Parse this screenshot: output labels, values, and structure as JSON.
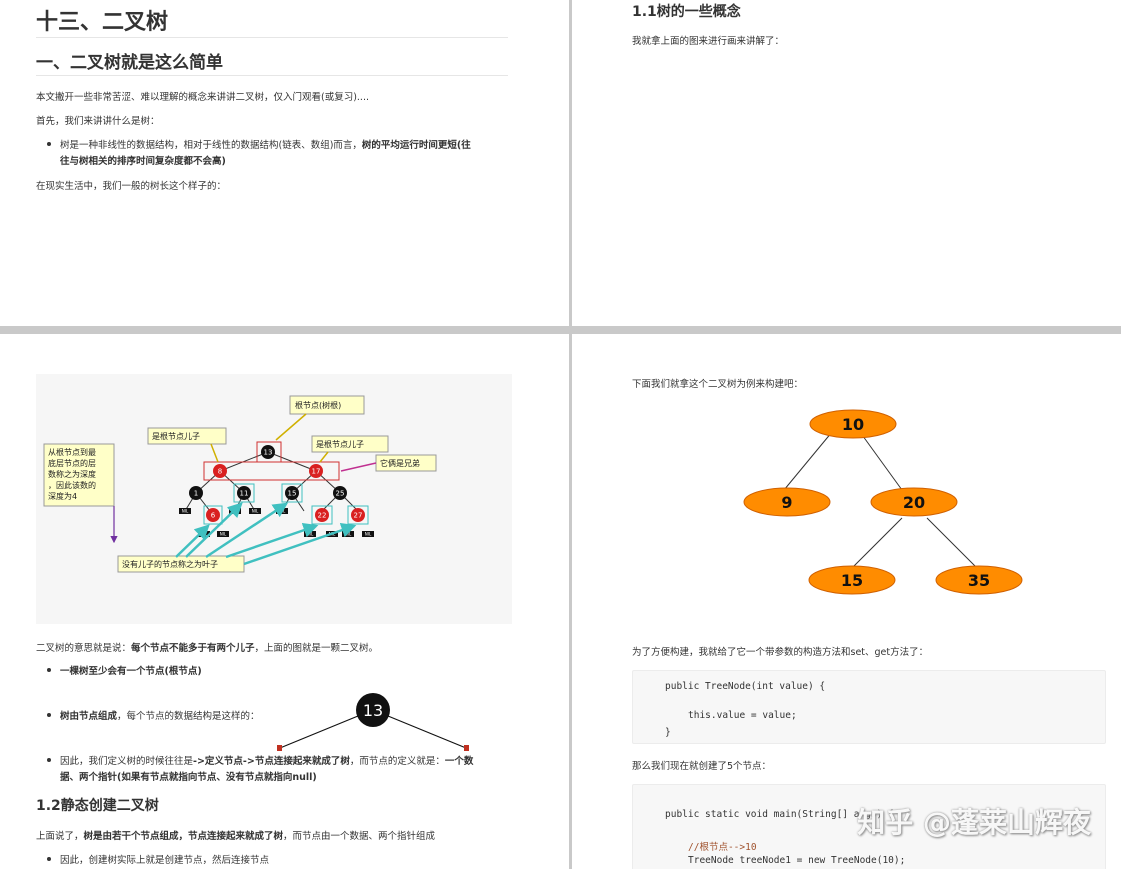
{
  "p1": {
    "title": "十三、二叉树",
    "heading": "一、二叉树就是这么简单",
    "intro": "本文撇开一些非常苦涩、难以理解的概念来讲讲二叉树，仅入门观看(或复习)....",
    "first": "首先，我们来讲讲什么是树：",
    "bullet_a": "树是一种非线性的数据结构，相对于线性的数据结构(链表、数组)而言，",
    "bullet_b": "树的平均运行时间更短(往",
    "bullet_c": "往与树相关的排序时间复杂度都不会高)",
    "real_life": "在现实生活中，我们一般的树长这个样子的："
  },
  "p2": {
    "heading": "1.1树的一些概念",
    "text": "我就拿上面的图来进行画来讲解了："
  },
  "p3": {
    "diagram": {
      "root_label": "根节点(树根)",
      "left_child_label": "是根节点儿子",
      "right_child_label": "是根节点儿子",
      "sibling_label": "它俩是兄弟",
      "depth_label": [
        "从根节点到最",
        "底层节点的层",
        "数称之为深度",
        "，因此该数的",
        "深度为4"
      ],
      "leaf_label": "没有儿子的节点称之为叶子",
      "nodes": [
        "13",
        "8",
        "17",
        "1",
        "11",
        "15",
        "25",
        "6",
        "22",
        "27"
      ],
      "nil": "NIL"
    },
    "binary_a": "二叉树的意思就是说：",
    "binary_b": "每个节点不能多于有两个儿子",
    "binary_c": "，上面的图就是一颗二叉树。",
    "b1": "一棵树至少会有一个节点(根节点)",
    "b2a": "树由节点组成",
    "b2b": "，每个节点的数据结构是这样的：",
    "node13": "13",
    "b3a": "因此，我们定义树的时候往往是",
    "b3b": "->定义节点->",
    "b3c": "节点连接起来就成了树",
    "b3d": "，而节点的定义就是：",
    "b3e": "一个数",
    "b3f": "据、两个指针(如果有节点就指向节点、没有节点就指向null)",
    "heading2": "1.2静态创建二叉树",
    "text2a": "上面说了，",
    "text2b": "树是由若干个节点组成，节点连接起来就成了树",
    "text2c": "，而节点由一个数据、两个指针组成",
    "b4": "因此，创建树实际上就是创建节点，然后连接节点"
  },
  "p4": {
    "intro": "下面我们就拿这个二叉树为例来构建吧：",
    "tree": [
      "10",
      "9",
      "20",
      "15",
      "35"
    ],
    "text1": "为了方便构建，我就给了它一个带参数的构造方法和set、get方法了：",
    "code1": [
      "public TreeNode(int value) {",
      "this.value = value;",
      "}"
    ],
    "text2": "那么我们现在就创建了5个节点：",
    "code2": [
      "public static void main(String[] args) {",
      "//根节点-->10",
      "TreeNode treeNode1 = new TreeNode(10);"
    ],
    "watermark": "知乎 @蓬莱山辉夜"
  }
}
